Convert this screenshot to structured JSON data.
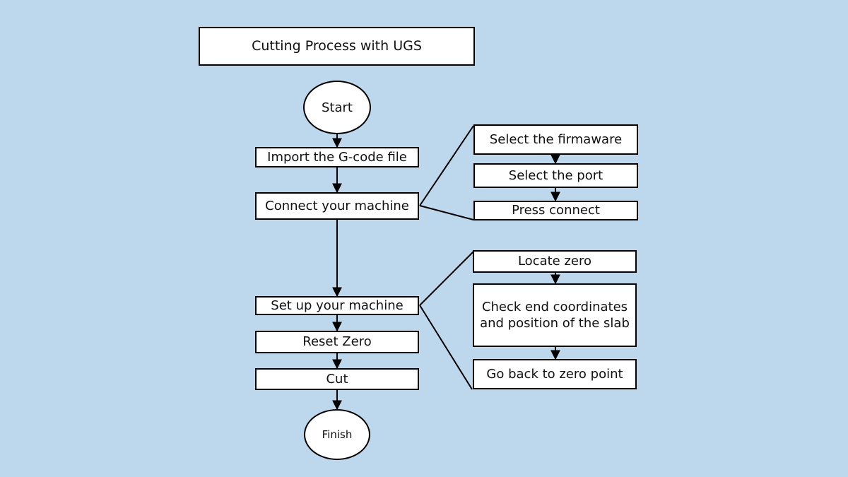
{
  "title": "Cutting Process with UGS",
  "start": "Start",
  "finish": "Finish",
  "main_steps": {
    "import": "Import the G-code file",
    "connect": "Connect your machine",
    "setup": "Set up your machine",
    "reset": "Reset Zero",
    "cut": "Cut"
  },
  "connect_substeps": {
    "firmware": "Select the firmaware",
    "port": "Select the port",
    "press": "Press connect"
  },
  "setup_substeps": {
    "locate": "Locate zero",
    "check": "Check end coordinates and position of the slab",
    "back": "Go back to zero point"
  },
  "colors": {
    "background": "#bdd7ec",
    "box_fill": "#ffffff",
    "stroke": "#000000"
  }
}
